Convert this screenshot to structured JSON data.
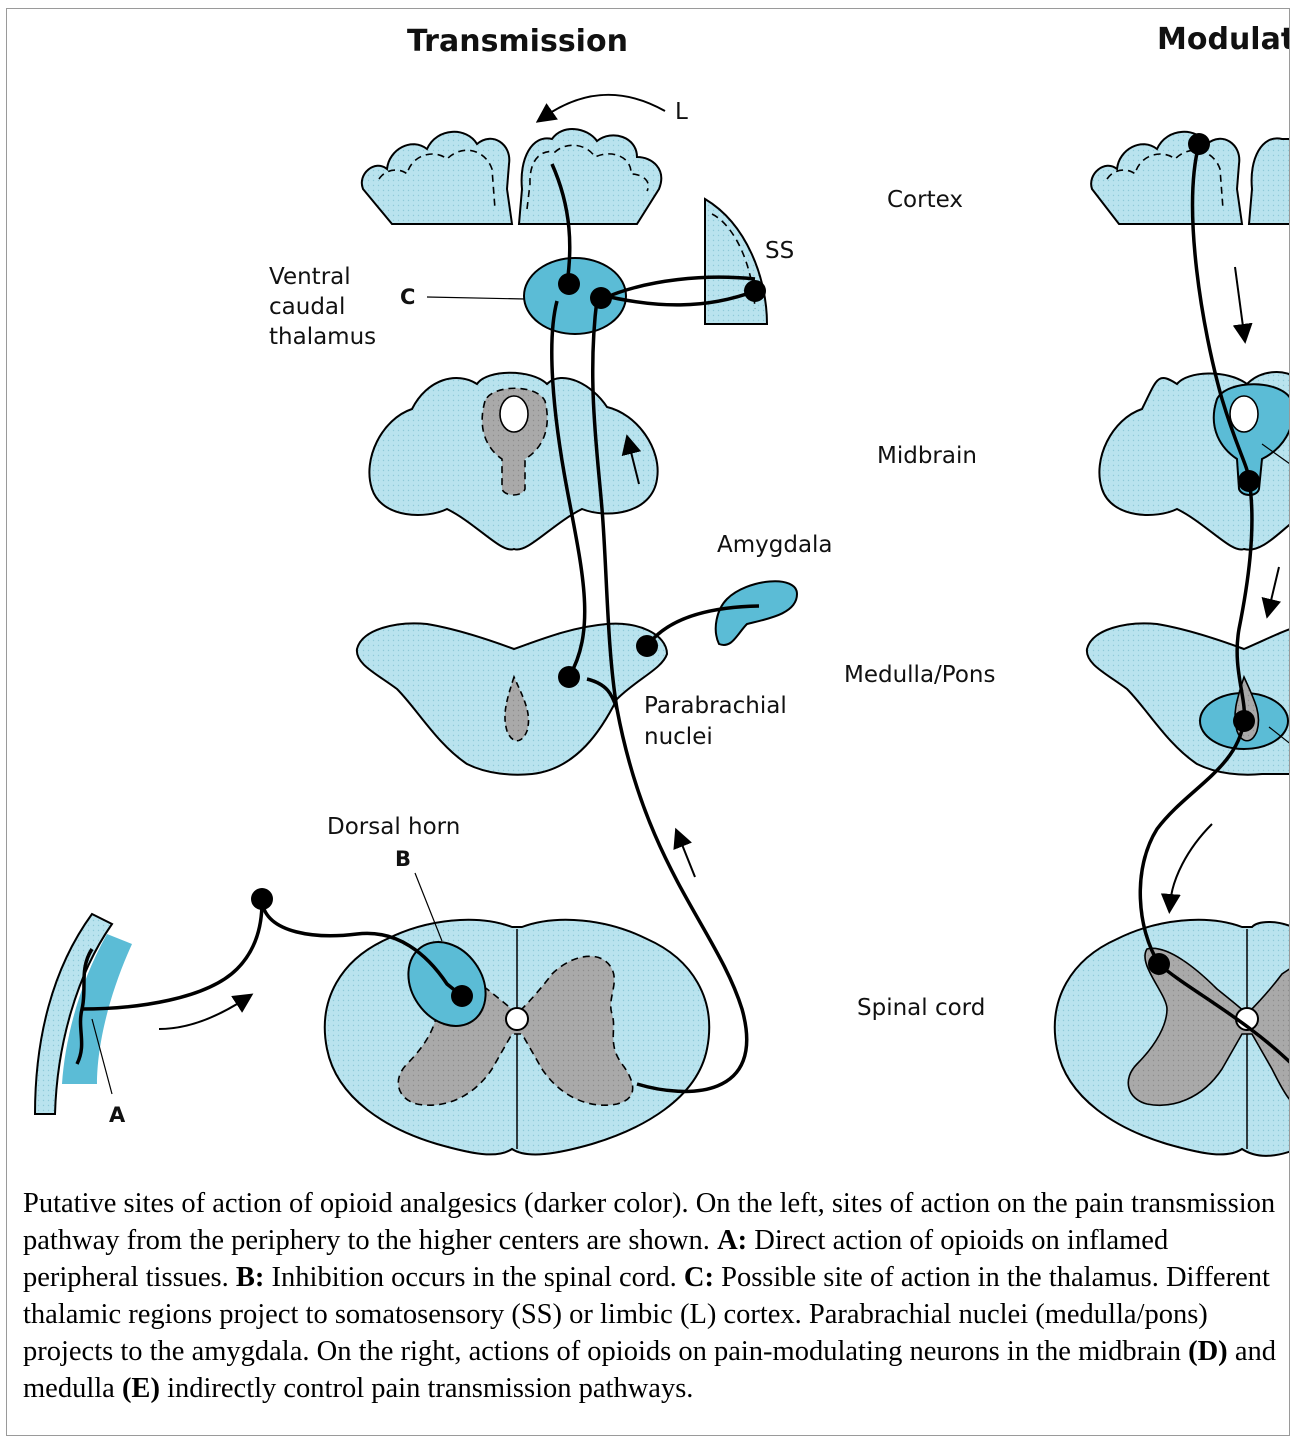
{
  "diagram": {
    "headings": {
      "left": "Transmission",
      "right": "Modulati"
    },
    "levels": {
      "cortex": "Cortex",
      "midbrain": "Midbrain",
      "medulla_pons": "Medulla/Pons",
      "spinal_cord": "Spinal cord"
    },
    "structures": {
      "thalamus": [
        "Ventral",
        "caudal",
        "thalamus"
      ],
      "amygdala": "Amygdala",
      "parabrachial": [
        "Parabrachial",
        "nuclei"
      ],
      "dorsal_horn": "Dorsal horn",
      "somatosensory": "SS",
      "limbic": "L"
    },
    "markers": {
      "a": "A",
      "b": "B",
      "c": "C"
    }
  },
  "caption": {
    "intro": "Putative sites of action of opioid analgesics (darker color). On the left, sites of action on the pain transmission pathway from the periphery to the higher centers are shown. ",
    "a_label": "A:",
    "a_text": " Direct action of opioids on inflamed peripheral tissues. ",
    "b_label": "B:",
    "b_text": " Inhibition occurs in the spinal cord. ",
    "c_label": "C:",
    "c_text": " Possible site of action in the thalamus. Different thalamic regions project to somatosensory (SS) or limbic (L) cortex. Parabrachial nuclei (medulla/pons) projects to the amygdala. On the right, actions of opioids on pain-modulating neurons in the midbrain ",
    "d_label": "(D)",
    "d_text": " and medulla ",
    "e_label": "(E)",
    "e_text": " indirectly control pain transmission pathways."
  },
  "colors": {
    "tissue": "#b9e3ee",
    "opioid_site": "#5bbcd6",
    "gray_matter": "#a9a9a9",
    "line": "#000000"
  }
}
